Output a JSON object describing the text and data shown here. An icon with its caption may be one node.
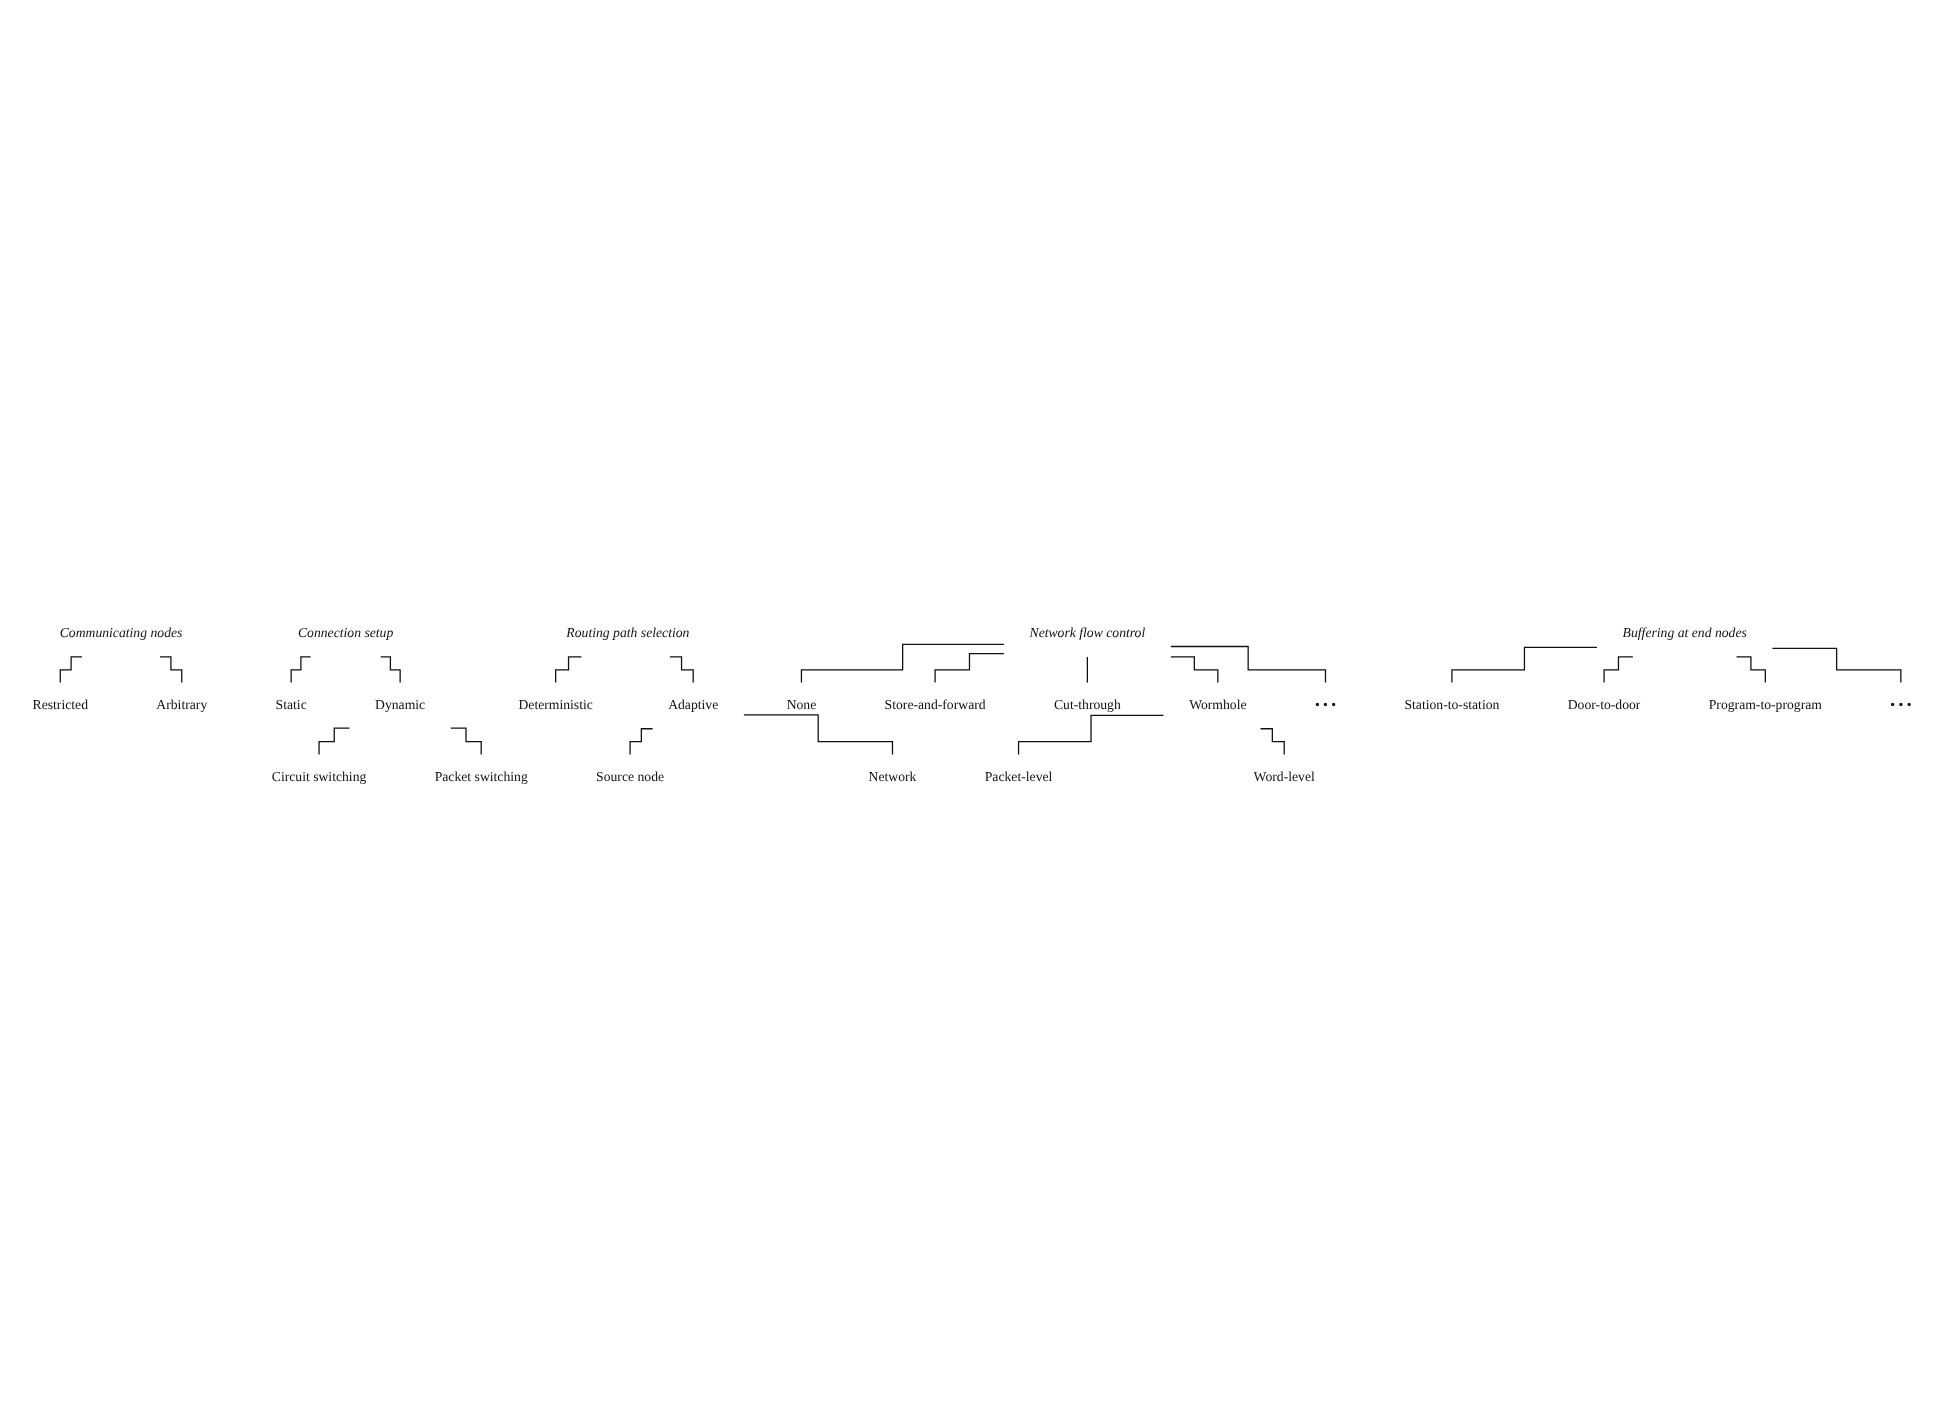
{
  "diagram": {
    "nodes": [
      {
        "text": [
          "Communicating nodes"
        ]
      },
      {
        "text": [
          "Restricted"
        ]
      },
      {
        "text": [
          "Arbitrary"
        ]
      },
      {
        "text": [
          "Connection setup"
        ]
      },
      {
        "text": [
          "Static"
        ]
      },
      {
        "text": [
          "Dynamic"
        ]
      },
      {
        "text": [
          "Circuit switching"
        ]
      },
      {
        "text": [
          "Packet switching"
        ]
      },
      {
        "text": [
          "Routing path selection"
        ]
      },
      {
        "text": [
          "Deterministic"
        ]
      },
      {
        "text": [
          "Adaptive"
        ]
      },
      {
        "text": [
          "Source node"
        ]
      },
      {
        "text": [
          "Network"
        ]
      },
      {
        "text": [
          "Network flow control"
        ]
      },
      {
        "text": [
          "None"
        ]
      },
      {
        "text": [
          "Store-and-forward"
        ]
      },
      {
        "text": [
          "Cut-through"
        ]
      },
      {
        "text": [
          "Wormhole"
        ]
      },
      {
        "text": [
          "• • •"
        ]
      },
      {
        "text": [
          "Packet-level"
        ]
      },
      {
        "text": [
          "Word-level"
        ]
      },
      {
        "text": [
          "Buffering at end nodes"
        ]
      },
      {
        "text": [
          "Station-to-station"
        ]
      },
      {
        "text": [
          "Door-to-door"
        ]
      },
      {
        "text": [
          "Program-to-program"
        ]
      },
      {
        "text": [
          "• • •"
        ]
      }
    ],
    "edges": [
      {
        "from": 0,
        "to": 1,
        "arrow": "none"
      },
      {
        "from": 0,
        "to": 2,
        "arrow": "none"
      },
      {
        "from": 3,
        "to": 4,
        "arrow": "none"
      },
      {
        "from": 3,
        "to": 5,
        "arrow": "none"
      },
      {
        "from": 5,
        "to": 6,
        "arrow": "none"
      },
      {
        "from": 5,
        "to": 7,
        "arrow": "none"
      },
      {
        "from": 8,
        "to": 9,
        "arrow": "none"
      },
      {
        "from": 8,
        "to": 10,
        "arrow": "none"
      },
      {
        "from": 10,
        "to": 11,
        "arrow": "none"
      },
      {
        "from": 10,
        "to": 12,
        "arrow": "none"
      },
      {
        "from": 13,
        "to": 14,
        "arrow": "none"
      },
      {
        "from": 13,
        "to": 15,
        "arrow": "none"
      },
      {
        "from": 13,
        "to": 16,
        "arrow": "none"
      },
      {
        "from": 13,
        "to": 17,
        "arrow": "none"
      },
      {
        "from": 13,
        "to": 18,
        "arrow": "none"
      },
      {
        "from": 17,
        "to": 19,
        "arrow": "none"
      },
      {
        "from": 17,
        "to": 20,
        "arrow": "none"
      },
      {
        "from": 21,
        "to": 22,
        "arrow": "none"
      },
      {
        "from": 21,
        "to": 23,
        "arrow": "none"
      },
      {
        "from": 21,
        "to": 24,
        "arrow": "none"
      },
      {
        "from": 21,
        "to": 25,
        "arrow": "none"
      }
    ]
  }
}
